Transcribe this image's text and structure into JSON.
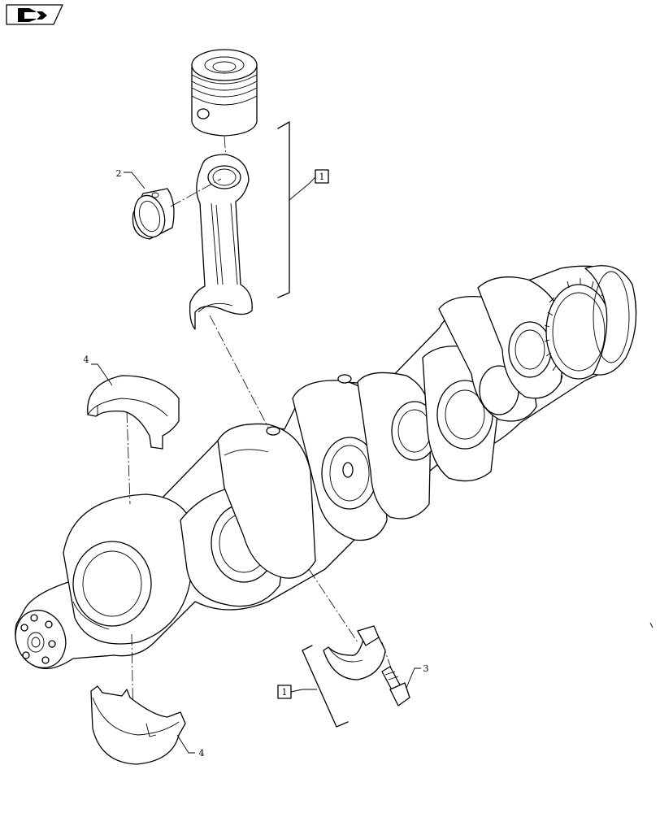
{
  "toolbar": {
    "nav_icon": "return-arrow-icon"
  },
  "callouts": [
    {
      "id": "callout-piston-rod-assembly",
      "text": "1"
    },
    {
      "id": "callout-rod-bearing-assembly",
      "text": "1"
    },
    {
      "id": "callout-piston-pin-bushing",
      "text": "2"
    },
    {
      "id": "callout-rod-bolt",
      "text": "3"
    },
    {
      "id": "callout-upper-main-bearing",
      "text": "4"
    },
    {
      "id": "callout-lower-main-bearing",
      "text": "4"
    }
  ]
}
